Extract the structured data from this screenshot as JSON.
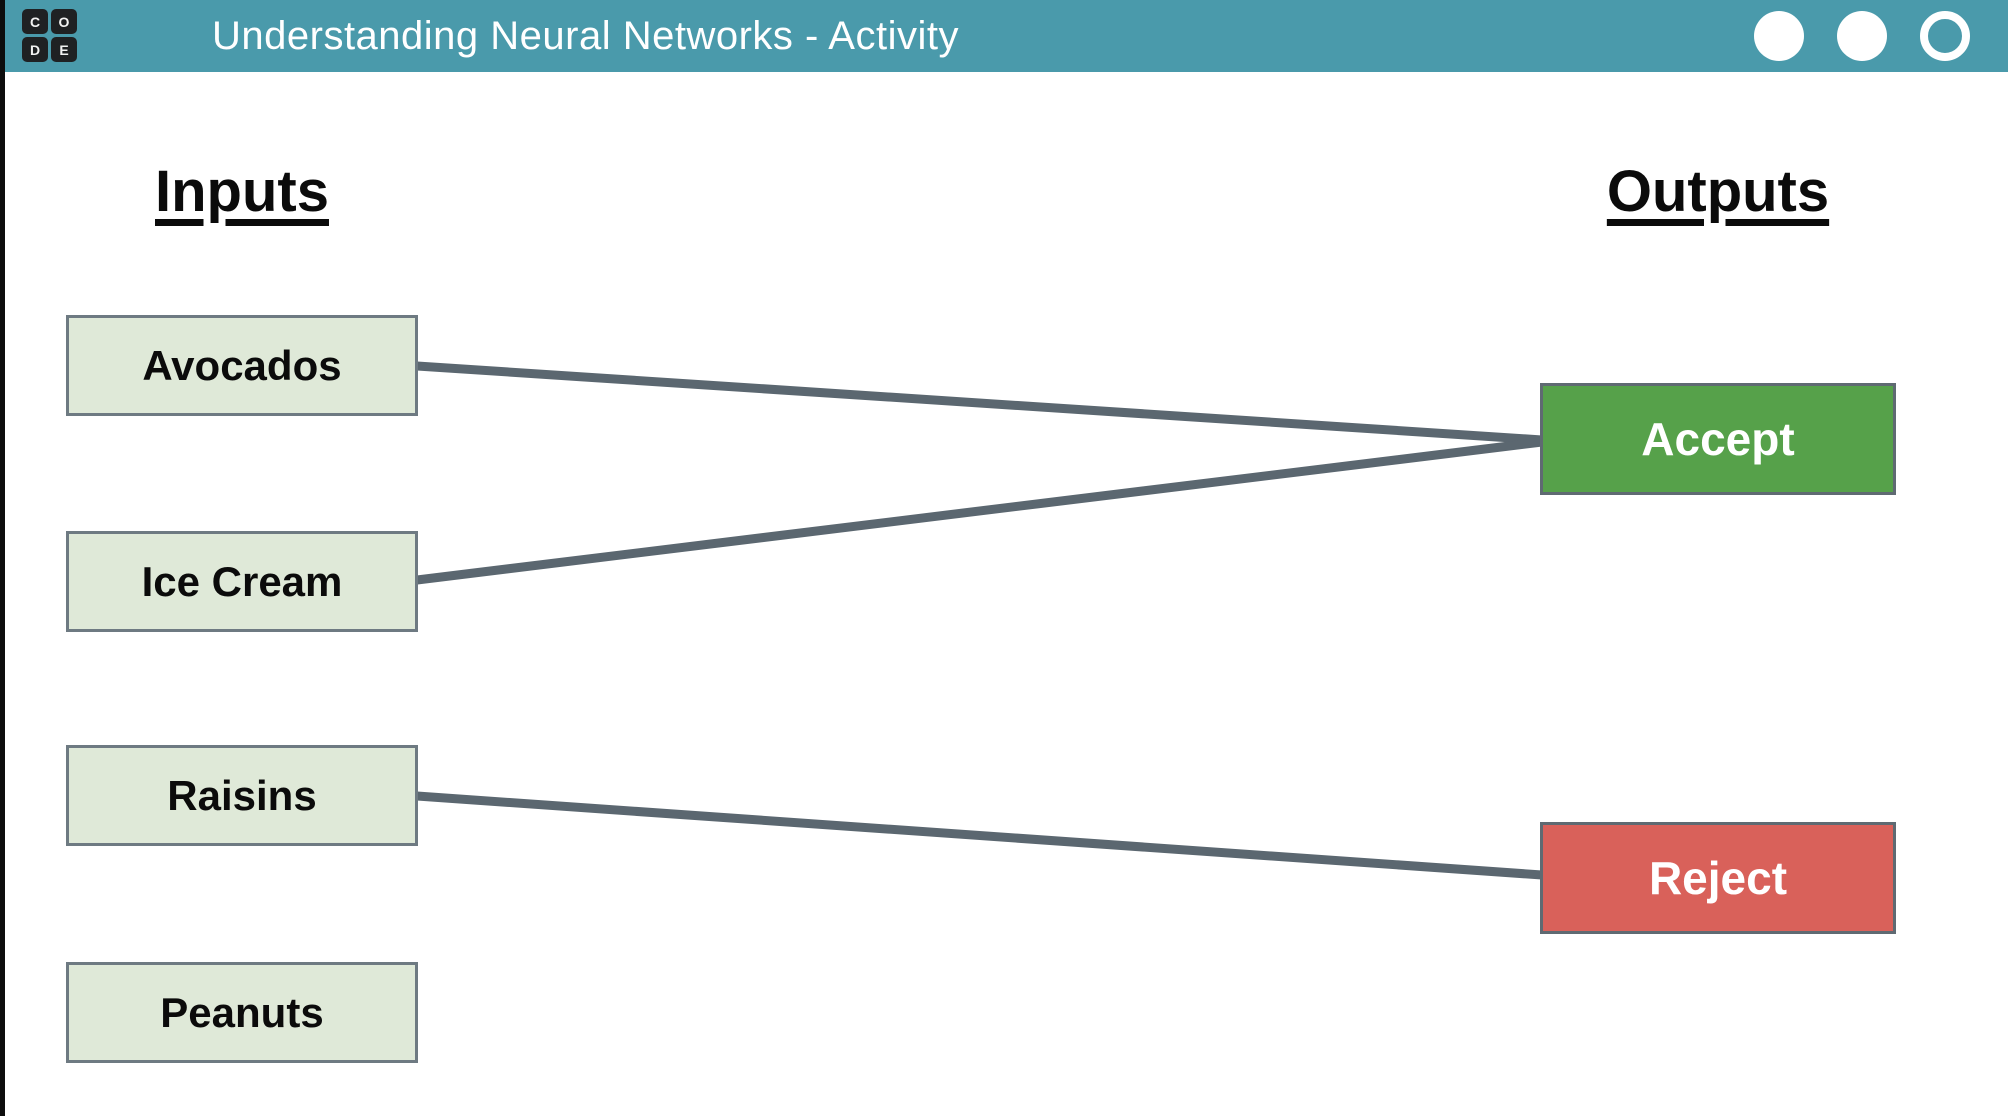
{
  "header": {
    "title": "Understanding Neural Networks - Activity",
    "bg_color": "#4a9aab",
    "logo": {
      "letters": [
        "C",
        "O",
        "D",
        "E"
      ],
      "square_color": "#1f2123"
    },
    "progress_dots": [
      {
        "state": "filled"
      },
      {
        "state": "filled"
      },
      {
        "state": "empty"
      }
    ]
  },
  "columns": {
    "inputs_heading": "Inputs",
    "outputs_heading": "Outputs"
  },
  "inputs": [
    {
      "label": "Avocados"
    },
    {
      "label": "Ice Cream"
    },
    {
      "label": "Raisins"
    },
    {
      "label": "Peanuts"
    }
  ],
  "outputs": [
    {
      "label": "Accept",
      "color": "#56a14a"
    },
    {
      "label": "Reject",
      "color": "#d9615a"
    }
  ],
  "connections": [
    {
      "from": "Avocados",
      "to": "Accept"
    },
    {
      "from": "Ice Cream",
      "to": "Accept"
    },
    {
      "from": "Raisins",
      "to": "Reject"
    }
  ],
  "style_colors": {
    "input_node_fill": "#dfe9d8",
    "node_border": "#6e7a82",
    "wire": "#5b6770",
    "heading_text": "#0b0b0b"
  }
}
